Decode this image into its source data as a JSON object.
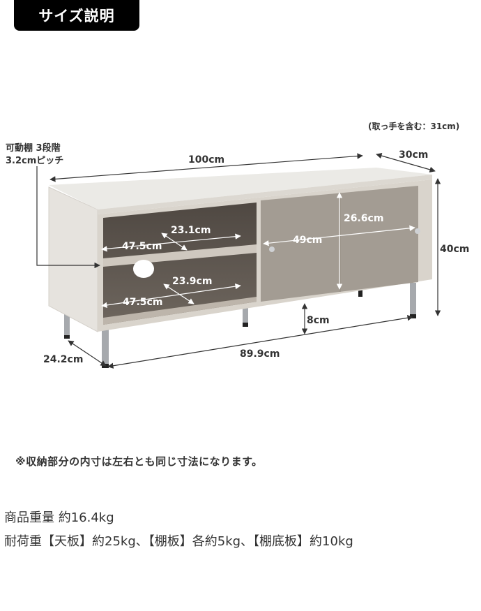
{
  "header": {
    "title": "サイズ説明"
  },
  "diagram": {
    "shelf_note_line1": "可動棚 3段階",
    "shelf_note_line2": "3.2cmピッチ",
    "handle_note": "(取っ手を含む：31cm)",
    "width": "100cm",
    "depth": "30cm",
    "height": "40cm",
    "upper_shelf_width": "47.5cm",
    "upper_shelf_depth": "23.1cm",
    "lower_shelf_width": "47.5cm",
    "lower_shelf_depth": "23.9cm",
    "door_width": "49cm",
    "door_height": "26.6cm",
    "leg_height": "8cm",
    "leg_span_width": "89.9cm",
    "leg_span_depth": "24.2cm",
    "colors": {
      "body": "#e4e1dc",
      "top": "#ebeae6",
      "inner": "#5e5650",
      "door": "#a39c93",
      "leg": "#a6a9ad",
      "arrow": "#333333"
    }
  },
  "note": "※収納部分の内寸は左右とも同じ寸法になります。",
  "specs": {
    "weight": "商品重量 約16.4kg",
    "load": "耐荷重【天板】約25kg、【棚板】各約5kg、【棚底板】約10kg"
  }
}
